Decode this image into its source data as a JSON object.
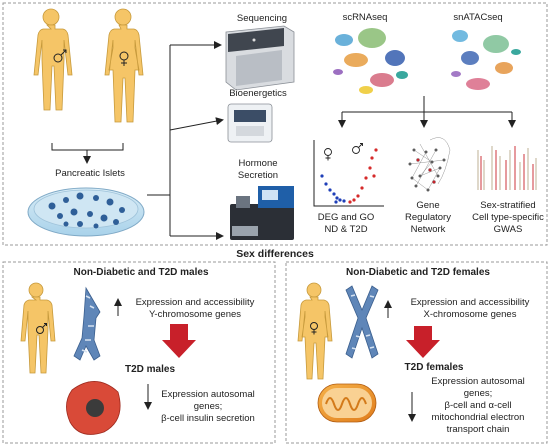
{
  "top": {
    "pancreatic_islets": "Pancreatic Islets",
    "sequencing": "Sequencing",
    "bioenergetics": "Bioenergetics",
    "hormone_line1": "Hormone",
    "hormone_line2": "Secretion",
    "scrnaseq": "scRNAseq",
    "snatacseq": "snATACseq",
    "deg_line1": "DEG and GO",
    "deg_line2": "ND & T2D",
    "grn_line1": "Gene",
    "grn_line2": "Regulatory",
    "grn_line3": "Network",
    "gwas_line1": "Sex-stratified",
    "gwas_line2": "Cell type-specific",
    "gwas_line3": "GWAS"
  },
  "section_title": "Sex differences",
  "males": {
    "header": "Non-Diabetic and T2D males",
    "line1": "Expression and accessibility",
    "line2": "Y-chromosome genes",
    "t2d": "T2D males",
    "line3": "Expression autosomal",
    "line4": "genes;",
    "line5": "β-cell insulin secretion"
  },
  "females": {
    "header": "Non-Diabetic and T2D females",
    "line1": "Expression and accessibility",
    "line2": "X-chromosome genes",
    "t2d": "T2D females",
    "line3": "Expression autosomal",
    "line4": "genes;",
    "line5": "β-cell and α-cell",
    "line6": "mitochondrial electron",
    "line7": "transport chain"
  },
  "colors": {
    "skin": "#f5c567",
    "skin_stroke": "#c79a3c",
    "chromosome": "#5f86b8",
    "arrow_red": "#c8202a",
    "dashed_border": "#9a9a9a"
  }
}
